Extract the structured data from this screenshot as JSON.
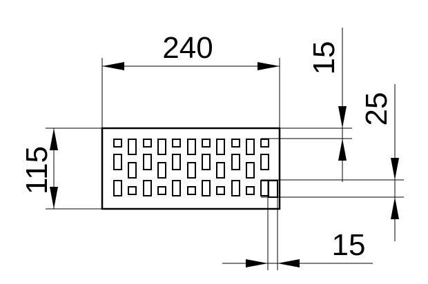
{
  "dimensions": {
    "length": "240",
    "height": "115",
    "hole_height_small": "15",
    "hole_height_tall": "25",
    "hole_width": "15"
  },
  "colors": {
    "line": "#000000",
    "background": "#ffffff"
  }
}
